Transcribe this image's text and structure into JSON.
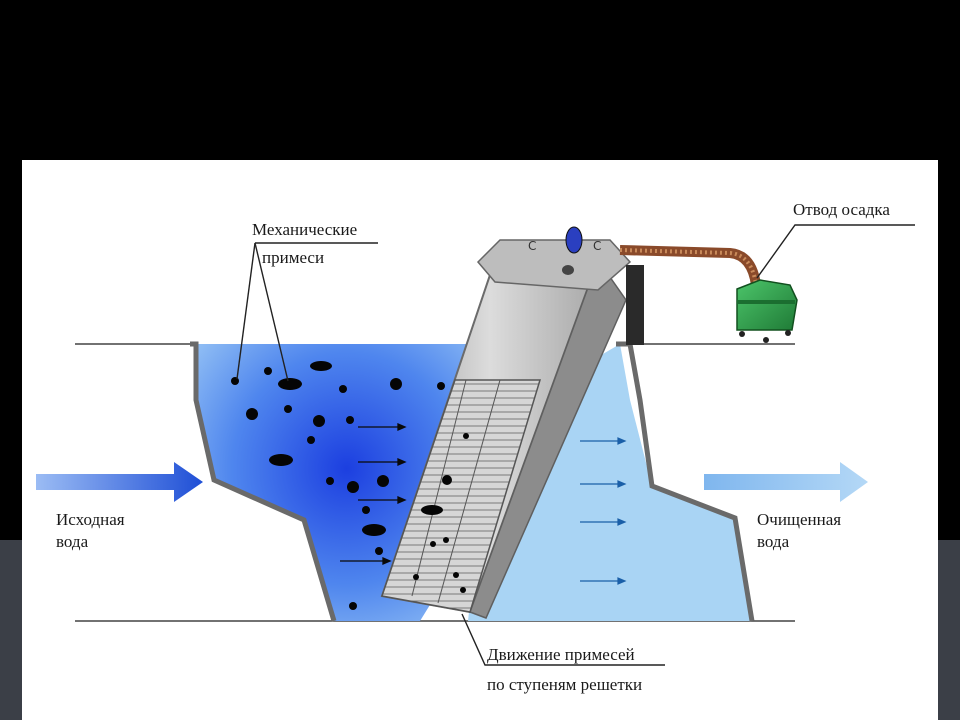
{
  "labels": {
    "impurities_line1": "Механические",
    "impurities_line2": "примеси",
    "sludge": "Отвод осадка",
    "inlet_line1": "Исходная",
    "inlet_line2": "вода",
    "outlet_line1": "Очищенная",
    "outlet_line2": "вода",
    "motion_line1": "Движение примесей",
    "motion_line2": "по ступеням решетки"
  },
  "colors": {
    "background": "#000000",
    "band": "#3b3f47",
    "panel": "#ffffff",
    "dirty_water": "#2f5fe6",
    "clean_water": "#a9d4f4",
    "inlet_arrow": "#1f4fd6",
    "outlet_arrow": "#8ec3f0",
    "grate": "#b9b9b9",
    "sludge_container": "#2e9c4a",
    "hose": "#8a4a2a"
  }
}
